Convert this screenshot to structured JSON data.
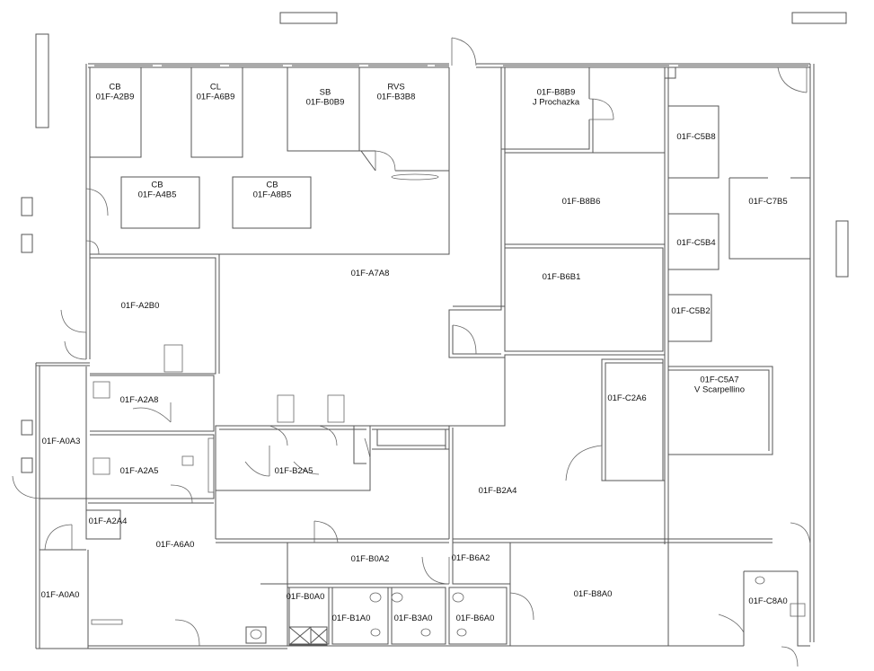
{
  "floor_plan": {
    "rooms": [
      {
        "id": "a2b9",
        "lines": [
          "CB",
          "01F-A2B9"
        ]
      },
      {
        "id": "a6b9",
        "lines": [
          "CL",
          "01F-A6B9"
        ]
      },
      {
        "id": "b0b9",
        "lines": [
          "SB",
          "01F-B0B9"
        ]
      },
      {
        "id": "b3b8",
        "lines": [
          "RVS",
          "01F-B3B8"
        ]
      },
      {
        "id": "b8b9",
        "lines": [
          "01F-B8B9",
          "J Prochazka"
        ]
      },
      {
        "id": "a4b5",
        "lines": [
          "CB",
          "01F-A4B5"
        ]
      },
      {
        "id": "a8b5",
        "lines": [
          "CB",
          "01F-A8B5"
        ]
      },
      {
        "id": "b8b6",
        "lines": [
          "01F-B8B6"
        ]
      },
      {
        "id": "c5b8",
        "lines": [
          "01F-C5B8"
        ]
      },
      {
        "id": "c7b5",
        "lines": [
          "01F-C7B5"
        ]
      },
      {
        "id": "a7a8",
        "lines": [
          "01F-A7A8"
        ]
      },
      {
        "id": "c5b4",
        "lines": [
          "01F-C5B4"
        ]
      },
      {
        "id": "b6b1",
        "lines": [
          "01F-B6B1"
        ]
      },
      {
        "id": "a2b0",
        "lines": [
          "01F-A2B0"
        ]
      },
      {
        "id": "c5b2",
        "lines": [
          "01F-C5B2"
        ]
      },
      {
        "id": "c5a7",
        "lines": [
          "01F-C5A7",
          "V Scarpellino"
        ]
      },
      {
        "id": "a2a8",
        "lines": [
          "01F-A2A8"
        ]
      },
      {
        "id": "c2a6",
        "lines": [
          "01F-C2A6"
        ]
      },
      {
        "id": "a0a3",
        "lines": [
          "01F-A0A3"
        ]
      },
      {
        "id": "a2a5",
        "lines": [
          "01F-A2A5"
        ]
      },
      {
        "id": "b2a5",
        "lines": [
          "01F-B2A5"
        ]
      },
      {
        "id": "b2a4",
        "lines": [
          "01F-B2A4"
        ]
      },
      {
        "id": "a2a4",
        "lines": [
          "01F-A2A4"
        ]
      },
      {
        "id": "a6a0",
        "lines": [
          "01F-A6A0"
        ]
      },
      {
        "id": "b0a2",
        "lines": [
          "01F-B0A2"
        ]
      },
      {
        "id": "b6a2",
        "lines": [
          "01F-B6A2"
        ]
      },
      {
        "id": "b8a0",
        "lines": [
          "01F-B8A0"
        ]
      },
      {
        "id": "b0a0",
        "lines": [
          "01F-B0A0"
        ]
      },
      {
        "id": "c8a0",
        "lines": [
          "01F-C8A0"
        ]
      },
      {
        "id": "a0a0",
        "lines": [
          "01F-A0A0"
        ]
      },
      {
        "id": "b1a0",
        "lines": [
          "01F-B1A0"
        ]
      },
      {
        "id": "b3a0",
        "lines": [
          "01F-B3A0"
        ]
      },
      {
        "id": "b6a0",
        "lines": [
          "01F-B6A0"
        ]
      }
    ]
  }
}
